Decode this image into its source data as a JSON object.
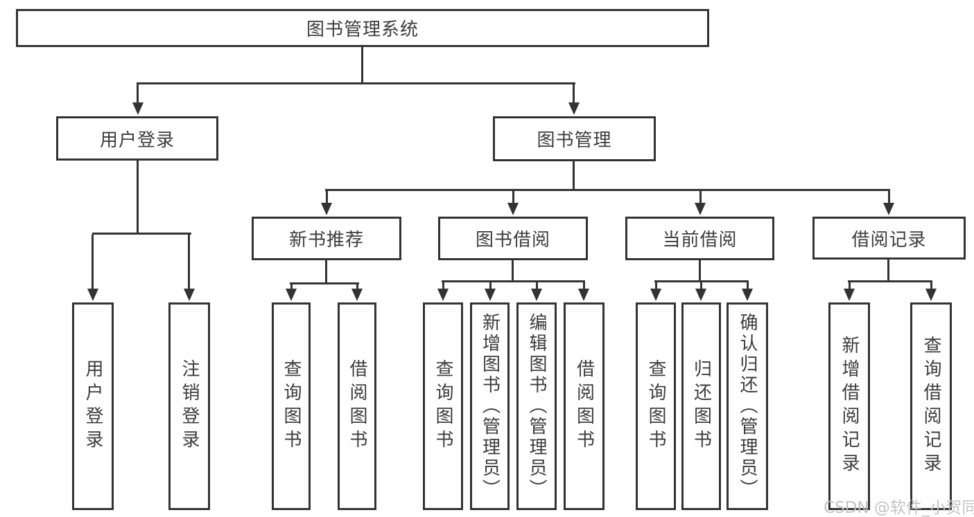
{
  "diagram": {
    "type": "tree",
    "nodes": {
      "root": {
        "label": "图书管理系统",
        "children": [
          "user-login",
          "book-management"
        ]
      },
      "user-login": {
        "label": "用户登录",
        "children": [
          "login-leaf",
          "logout-leaf"
        ]
      },
      "book-management": {
        "label": "图书管理",
        "children": [
          "new-book-recommend",
          "book-borrowing",
          "current-borrowing",
          "borrowing-records"
        ]
      },
      "new-book-recommend": {
        "label": "新书推荐",
        "children": [
          "nbr-query-books",
          "nbr-borrow-books"
        ]
      },
      "book-borrowing": {
        "label": "图书借阅",
        "children": [
          "bb-query-books",
          "bb-add-books",
          "bb-edit-books",
          "bb-borrow-books"
        ]
      },
      "current-borrowing": {
        "label": "当前借阅",
        "children": [
          "cb-query-books",
          "cb-return-books",
          "cb-confirm-return"
        ]
      },
      "borrowing-records": {
        "label": "借阅记录",
        "children": [
          "br-add-record",
          "br-query-record"
        ]
      },
      "login-leaf": {
        "label": "用户登录"
      },
      "logout-leaf": {
        "label": "注销登录"
      },
      "nbr-query-books": {
        "label": "查询图书"
      },
      "nbr-borrow-books": {
        "label": "借阅图书"
      },
      "bb-query-books": {
        "label": "查询图书"
      },
      "bb-add-books": {
        "label": "新增图书（管理员）"
      },
      "bb-edit-books": {
        "label": "编辑图书（管理员）"
      },
      "bb-borrow-books": {
        "label": "借阅图书"
      },
      "cb-query-books": {
        "label": "查询图书"
      },
      "cb-return-books": {
        "label": "归还图书"
      },
      "cb-confirm-return": {
        "label": "确认归还（管理员）"
      },
      "br-add-record": {
        "label": "新增借阅记录"
      },
      "br-query-record": {
        "label": "查询借阅记录"
      }
    }
  },
  "watermark": {
    "text": "CSDN @软件_小贺同学"
  },
  "colors": {
    "line": "#333333",
    "box_border": "#333333",
    "box_fill": "#ffffff",
    "text": "#3c3c3c",
    "watermark": "#c1c1c1",
    "background": "#ffffff"
  }
}
